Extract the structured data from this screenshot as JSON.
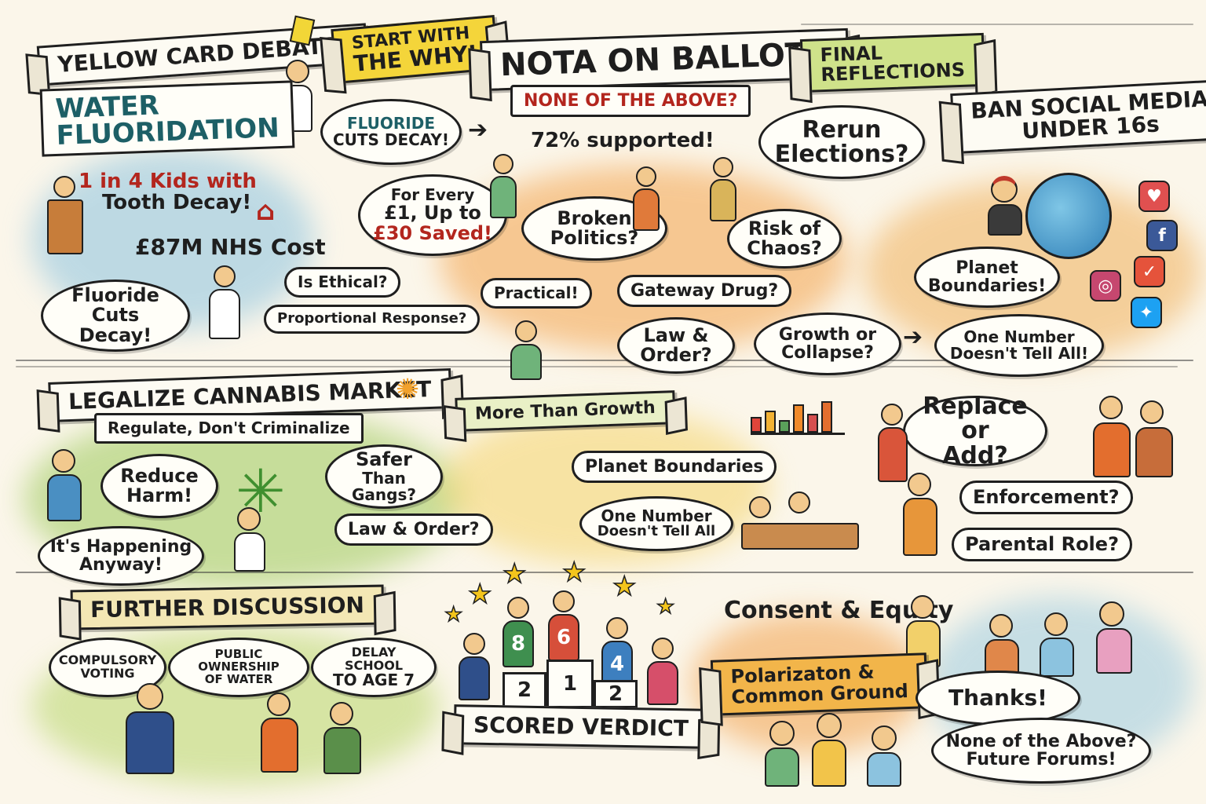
{
  "colors": {
    "paper": "#fbf6ea",
    "ink": "#1f1f1f",
    "accent_red": "#b3261e",
    "accent_teal": "#1d5f66",
    "accent_green": "#285e2a",
    "card_yellow": "#f2d637",
    "wash_orange": "#f3a24a",
    "wash_green": "#9cc95a",
    "wash_blue": "#8cc3df"
  },
  "header": {
    "yellow_card": "YELLOW CARD DEBATE!",
    "start_why_1": "START WITH",
    "start_why_2": "THE WHY!",
    "nota": "NOTA ON BALLOTS",
    "nota_sub": "NONE OF THE ABOVE?",
    "final_1": "FINAL",
    "final_2": "REFLECTIONS",
    "ban_social_1": "BAN SOCIAL MEDIA",
    "ban_social_2": "UNDER 16s"
  },
  "fluoridation": {
    "title_1": "WATER",
    "title_2": "FLUORIDATION",
    "kids_1": "1 in 4 Kids with",
    "kids_2": "Tooth Decay!",
    "nhs": "£87M NHS Cost",
    "cuts_decay_1": "Fluoride",
    "cuts_decay_2": "Cuts Decay!",
    "bubble_top_1": "FLUORIDE",
    "bubble_top_2": "CUTS DECAY!",
    "saved_1": "For Every",
    "saved_2": "£1, Up to",
    "saved_3": "£30 Saved!",
    "ethical": "Is Ethical?",
    "proportional": "Proportional Response?"
  },
  "nota_section": {
    "supported": "72% supported!",
    "rerun_1": "Rerun",
    "rerun_2": "Elections?",
    "broken_1": "Broken",
    "broken_2": "Politics?",
    "risk_1": "Risk of",
    "risk_2": "Chaos?",
    "practical": "Practical!",
    "gateway": "Gateway Drug?",
    "law_1": "Law &",
    "law_2": "Order?",
    "growth_1": "Growth or",
    "growth_2": "Collapse?"
  },
  "social_section": {
    "planet_1": "Planet",
    "planet_2": "Boundaries!",
    "one_number_1": "One Number",
    "one_number_2": "Doesn't Tell All!",
    "replace_1": "Replace or",
    "replace_2": "Add?",
    "enforcement": "Enforcement?",
    "parental": "Parental Role?",
    "icons": [
      "heart-icon",
      "facebook-icon",
      "twitter-icon",
      "instagram-icon",
      "twitter-bird-icon"
    ]
  },
  "cannabis": {
    "title": "LEGALIZE CANNABIS MARKET",
    "regulate": "Regulate, Don't Criminalize",
    "reduce_1": "Reduce",
    "reduce_2": "Harm!",
    "safer_1": "Safer",
    "safer_2": "Than Gangs?",
    "happening_1": "It's Happening",
    "happening_2": "Anyway!",
    "law_order": "Law & Order?"
  },
  "growth": {
    "more_than": "More Than Growth",
    "planet": "Planet Boundaries",
    "one_number_1": "One Number",
    "one_number_2": "Doesn't Tell All"
  },
  "further": {
    "title": "FURTHER DISCUSSION",
    "compulsory_1": "COMPULSORY",
    "compulsory_2": "VOTING",
    "public_1": "PUBLIC OWNERSHIP",
    "public_2": "OF WATER",
    "delay_1": "DELAY SCHOOL",
    "delay_2": "TO AGE 7"
  },
  "verdict": {
    "title": "SCORED VERDICT",
    "scores": [
      "8",
      "6",
      "4"
    ],
    "podium": [
      "2",
      "1",
      "2"
    ]
  },
  "closing": {
    "consent": "Consent & Equity",
    "polar_1": "Polarizaton &",
    "polar_2": "Common Ground",
    "thanks": "Thanks!",
    "nota_1": "None of the Above?",
    "nota_2": "Future Forums!"
  }
}
